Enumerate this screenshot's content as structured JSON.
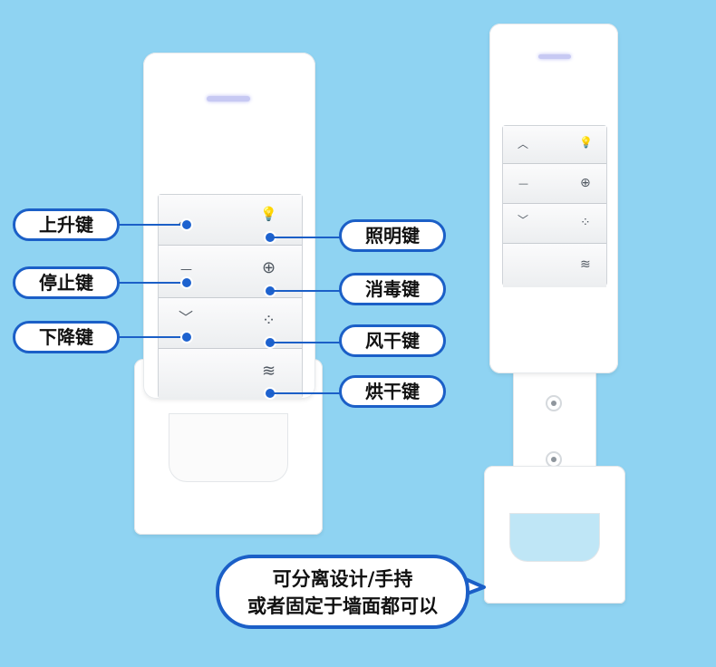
{
  "left_remote": {
    "buttons": [
      {
        "left_icon": "chevron-up-icon",
        "left_glyph": "︿",
        "right_icon": "bulb-icon",
        "right_glyph": "💡"
      },
      {
        "left_icon": "minus-icon",
        "left_glyph": "—",
        "right_icon": "disinfect-icon",
        "right_glyph": "⊕"
      },
      {
        "left_icon": "chevron-down-icon",
        "left_glyph": "﹀",
        "right_icon": "fan-icon",
        "right_glyph": "⁘"
      },
      {
        "left_icon": "",
        "left_glyph": "",
        "right_icon": "heat-dry-icon",
        "right_glyph": "≋"
      }
    ]
  },
  "right_remote": {
    "buttons": [
      {
        "left_glyph": "︿",
        "right_glyph": "💡"
      },
      {
        "left_glyph": "—",
        "right_glyph": "⊕"
      },
      {
        "left_glyph": "﹀",
        "right_glyph": "⁘"
      },
      {
        "left_glyph": "",
        "right_glyph": "≋"
      }
    ]
  },
  "labels": {
    "up": "上升键",
    "stop": "停止键",
    "down": "下降键",
    "light": "照明键",
    "disinfect": "消毒键",
    "air_dry": "风干键",
    "heat_dry": "烘干键"
  },
  "bubble": {
    "line1": "可分离设计/手持",
    "line2": "或者固定于墙面都可以"
  },
  "colors": {
    "background": "#8fd3f2",
    "accent": "#1b5fc7",
    "indicator": "#c7c9f3"
  }
}
